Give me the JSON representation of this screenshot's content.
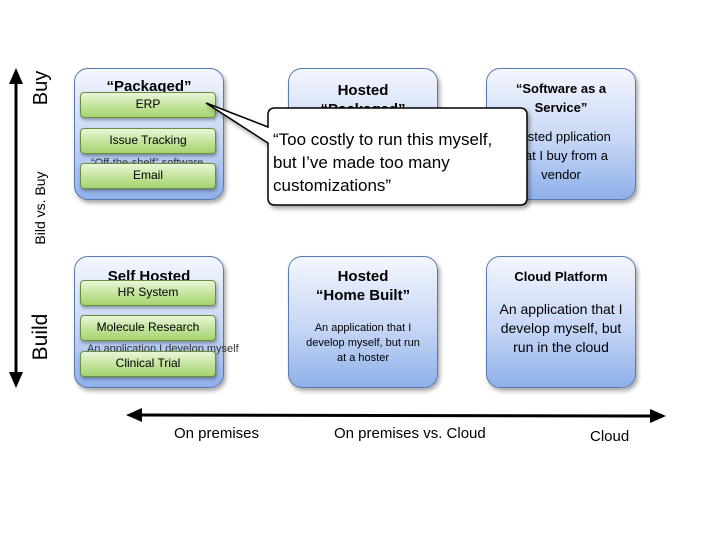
{
  "axes": {
    "vertical_top": "Buy",
    "vertical_middle": "Bild vs. Buy",
    "vertical_bottom": "Build",
    "horizontal_left": "On premises",
    "horizontal_middle": "On premises vs. Cloud",
    "horizontal_right": "Cloud"
  },
  "boxes": {
    "packaged": {
      "title": "“Packaged”",
      "hidden": "“Off-the-shelf” software"
    },
    "hosted_packaged": {
      "title_line1": "Hosted",
      "title_line2": "“Packaged”"
    },
    "saas": {
      "title_line1": "“Software as a",
      "title_line2": "Service”",
      "desc_line1": "Hosted pplication",
      "desc_line2": "that I buy from a",
      "desc_line3": "vendor"
    },
    "self_hosted": {
      "title": "Self Hosted",
      "hidden": "An application I develop myself"
    },
    "hosted_home_built": {
      "title_line1": "Hosted",
      "title_line2": "“Home Built”",
      "desc_line1": "An application that I",
      "desc_line2": "develop myself, but run",
      "desc_line3": "at a hoster"
    },
    "cloud_platform": {
      "title": "Cloud Platform",
      "desc_line1": "An application that I",
      "desc_line2": "develop myself, but",
      "desc_line3": "run in the cloud"
    }
  },
  "tags": {
    "erp": "ERP",
    "issue_tracking": "Issue Tracking",
    "email": "Email",
    "hr_system": "HR System",
    "molecule_research": "Molecule Research",
    "clinical_trial": "Clinical Trial"
  },
  "callout": {
    "line1": "“Too costly to run this myself,",
    "line2": "but I’ve made too many",
    "line3": "customizations”"
  }
}
